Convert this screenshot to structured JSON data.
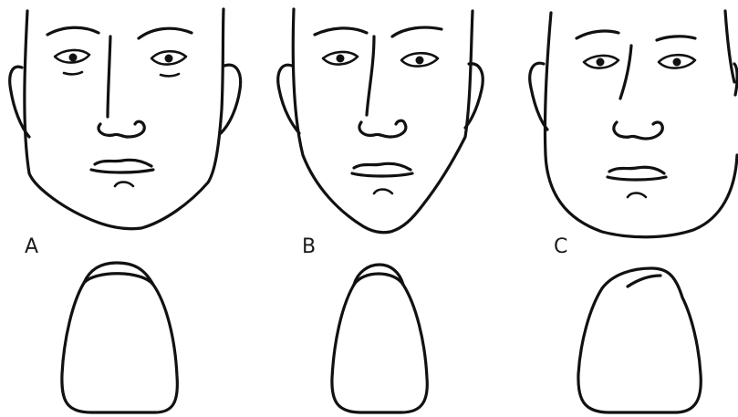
{
  "panels": [
    {
      "label": "A",
      "face_shape": "square",
      "tooth_shape": "square-tapering"
    },
    {
      "label": "B",
      "face_shape": "triangular",
      "tooth_shape": "triangular"
    },
    {
      "label": "C",
      "face_shape": "ovoid",
      "tooth_shape": "ovoid"
    }
  ],
  "colors": {
    "background": "#ffffff",
    "ink": "#111111"
  }
}
